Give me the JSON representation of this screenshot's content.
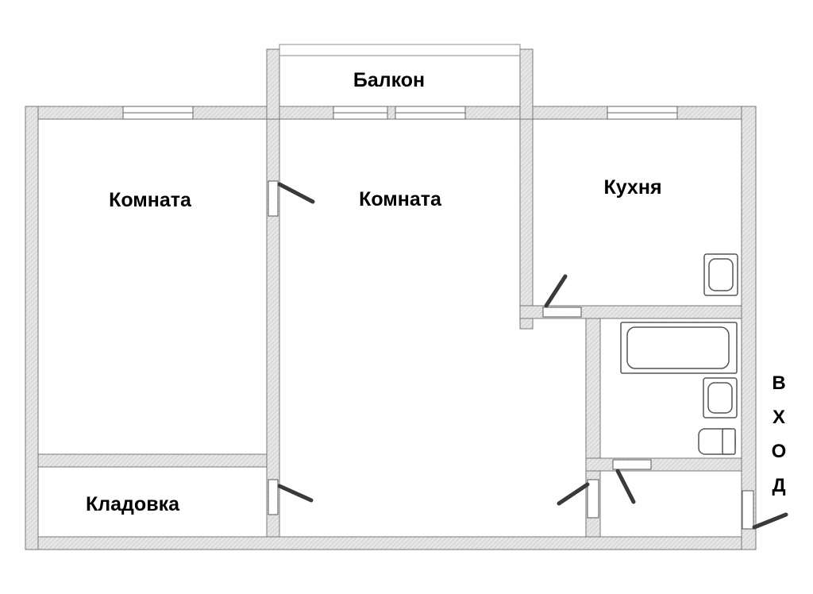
{
  "labels": {
    "balcony": "Балкон",
    "room_left": "Комната",
    "room_center": "Комната",
    "kitchen": "Кухня",
    "storage": "Кладовка",
    "entrance": [
      "В",
      "Х",
      "О",
      "Д"
    ]
  },
  "colors": {
    "wall_fill": "#e3e3e3",
    "wall_stroke": "#777777",
    "fixture_stroke": "#555555",
    "door_swing": "#3a3a3a",
    "window_fill": "#ffffff"
  }
}
